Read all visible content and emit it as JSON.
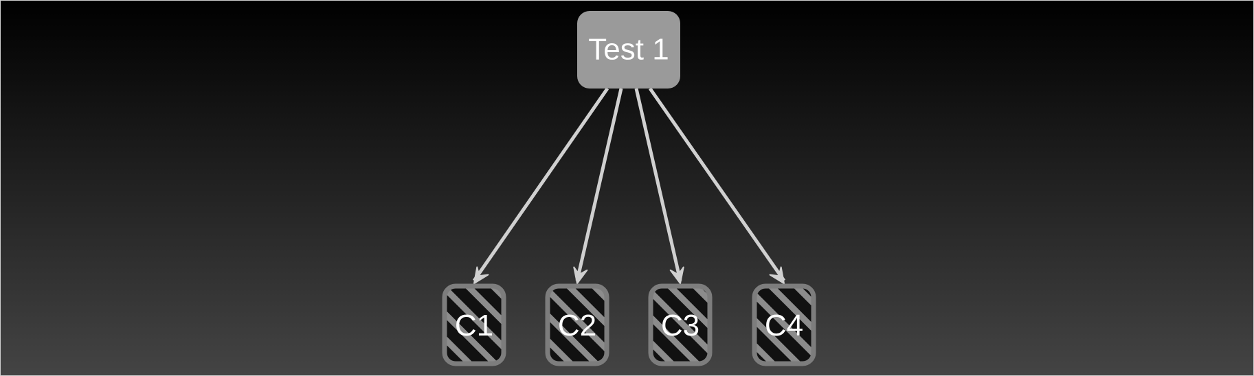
{
  "diagram": {
    "background": {
      "gradient_top": "#000000",
      "gradient_bottom": "#444444",
      "border": "#cfcfcf"
    },
    "root": {
      "label": "Test 1",
      "fill": "#9a9a9a",
      "text_color": "#ffffff"
    },
    "children": [
      {
        "label": "C1"
      },
      {
        "label": "C2"
      },
      {
        "label": "C3"
      },
      {
        "label": "C4"
      }
    ],
    "child_style": {
      "stripe_dark": "#111111",
      "stripe_light": "#8c8c8c",
      "border": "#7d7d7d",
      "text_color": "#ffffff"
    },
    "edge_color": "#d0d0d0",
    "edges": [
      {
        "from": "Test 1",
        "to": "C1"
      },
      {
        "from": "Test 1",
        "to": "C2"
      },
      {
        "from": "Test 1",
        "to": "C3"
      },
      {
        "from": "Test 1",
        "to": "C4"
      }
    ]
  }
}
